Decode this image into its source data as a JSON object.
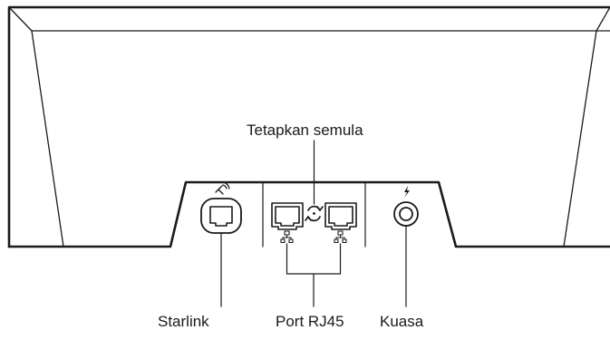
{
  "labels": {
    "reset": "Tetapkan semula",
    "starlink_port": "Starlink",
    "rj45_ports": "Port RJ45",
    "power_port": "Kuasa"
  },
  "icons": {
    "satellite": "satellite-icon",
    "reset": "reset-arrows-icon",
    "network": "network-icon",
    "power": "lightning-bolt-icon"
  },
  "colors": {
    "line": "#1a1a1a",
    "background": "#ffffff"
  }
}
